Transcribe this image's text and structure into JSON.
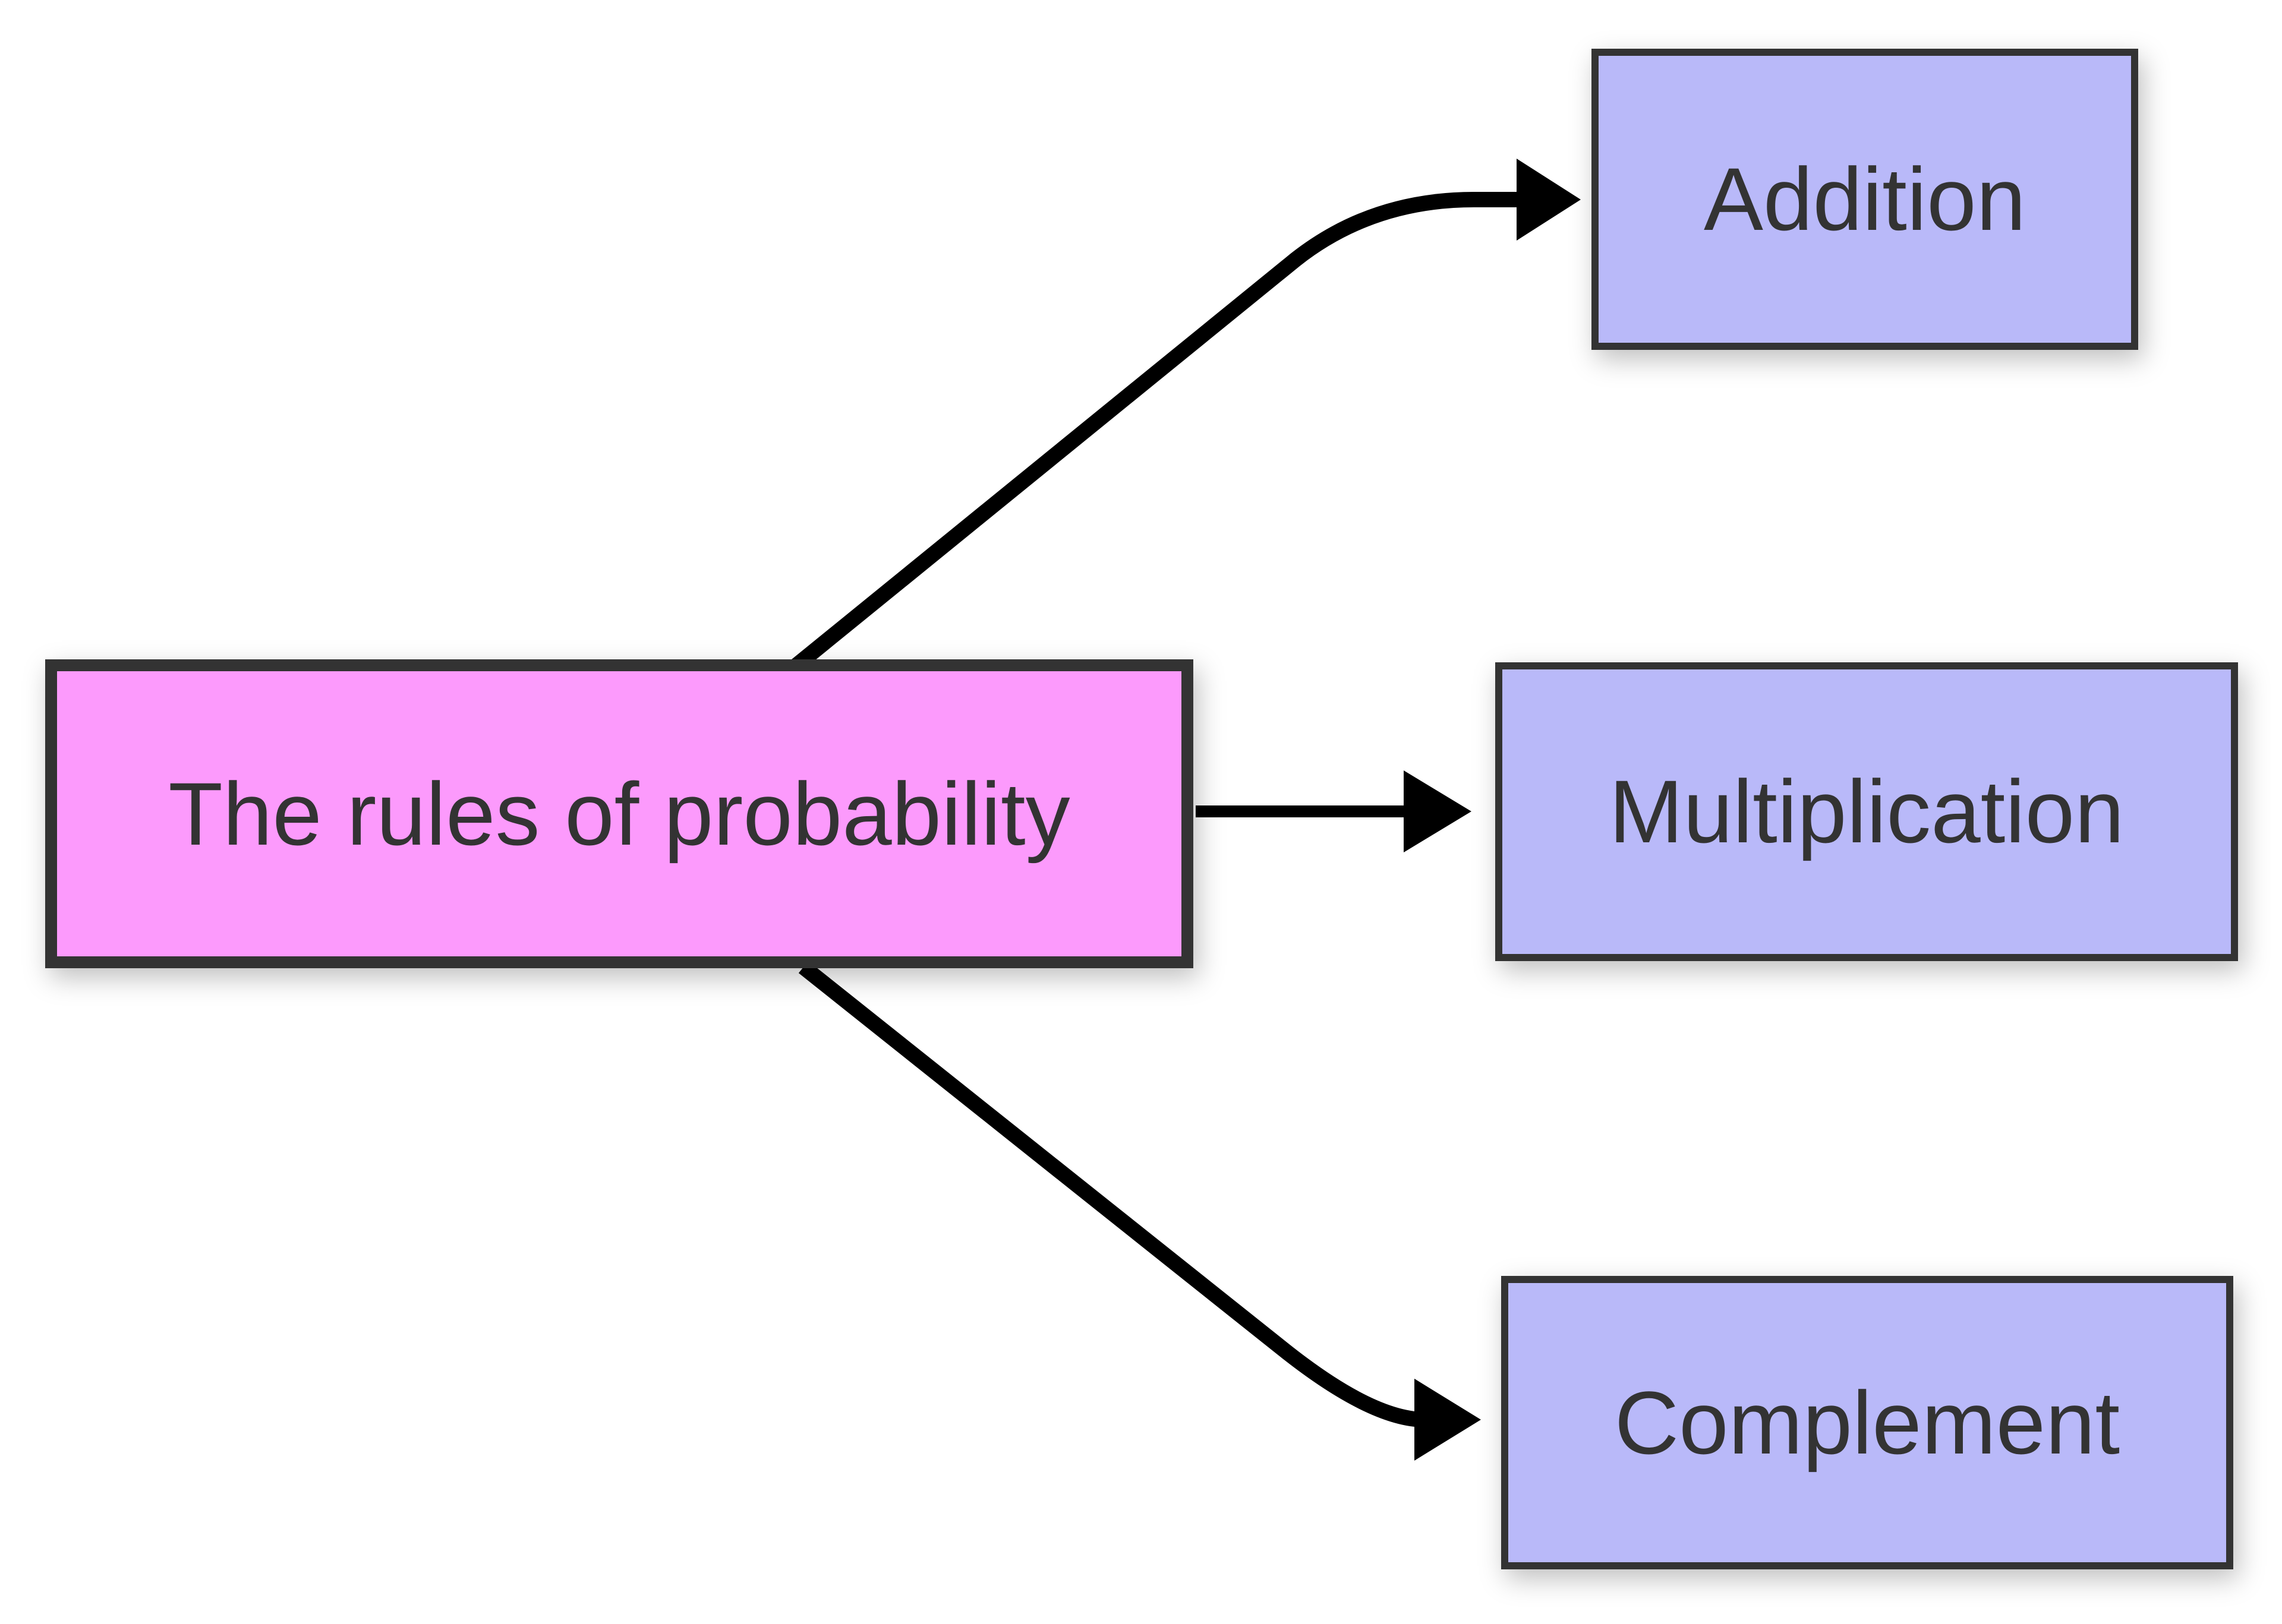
{
  "page": {
    "background": "#ffffff"
  },
  "colors": {
    "root_fill": "#fc9afc",
    "child_fill": "#b9b9f9",
    "node_border": "#333333",
    "text": "#333333",
    "arrow": "#000000"
  },
  "diagram": {
    "root_node": {
      "id": "rules-of-probability",
      "label": "The rules of probability"
    },
    "child_nodes": [
      {
        "id": "addition",
        "label": "Addition"
      },
      {
        "id": "multiplication",
        "label": "Multiplication"
      },
      {
        "id": "complement",
        "label": "Complement"
      }
    ],
    "edges": [
      {
        "from": "rules-of-probability",
        "to": "addition",
        "shape": "diagonal-up-then-horizontal",
        "arrowhead": "solid-triangle"
      },
      {
        "from": "rules-of-probability",
        "to": "multiplication",
        "shape": "straight-horizontal",
        "arrowhead": "solid-triangle"
      },
      {
        "from": "rules-of-probability",
        "to": "complement",
        "shape": "diagonal-down-then-horizontal",
        "arrowhead": "solid-triangle"
      }
    ]
  }
}
